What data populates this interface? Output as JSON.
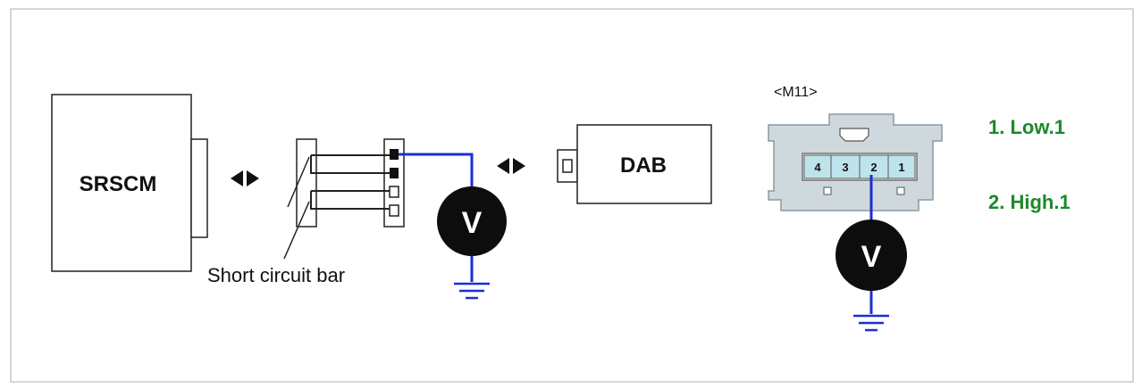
{
  "modules": {
    "srscm": "SRSCM",
    "dab": "DAB"
  },
  "short_bar_label": "Short circuit bar",
  "connector": {
    "name": "<M11>",
    "pins": [
      "4",
      "3",
      "2",
      "1"
    ]
  },
  "meter_symbol": "V",
  "legend": {
    "item1": "1. Low.1",
    "item2": "2. High.1"
  },
  "colors": {
    "wire": "#1a2fd6",
    "legend_text": "#1a8a2a",
    "connector_body": "#cfd8dc",
    "pin_fill": "#bfe3ea"
  }
}
